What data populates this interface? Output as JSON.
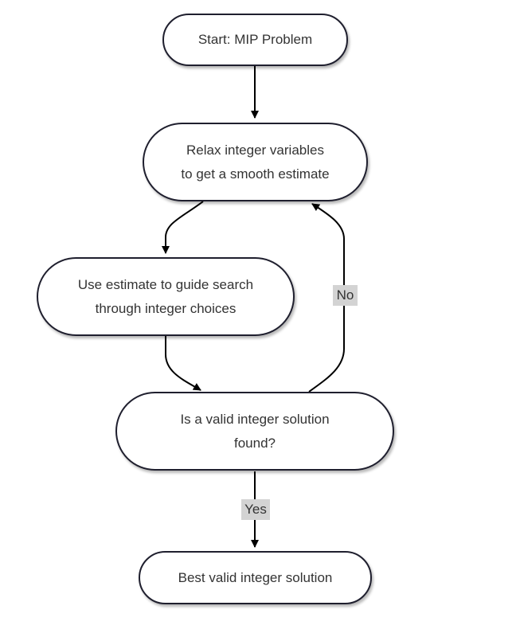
{
  "nodes": {
    "start": "Start: MIP Problem",
    "relax": {
      "line1": "Relax integer variables",
      "line2": "to get a smooth estimate"
    },
    "guide": {
      "line1": "Use estimate to guide search",
      "line2": "through integer choices"
    },
    "check": {
      "line1": "Is a valid integer solution",
      "line2": "found?"
    },
    "best": "Best valid integer solution"
  },
  "edge_labels": {
    "no": "No",
    "yes": "Yes"
  },
  "colors": {
    "stroke": "#1f1f2e",
    "text": "#333333",
    "label_background": "#d3d3d3"
  }
}
